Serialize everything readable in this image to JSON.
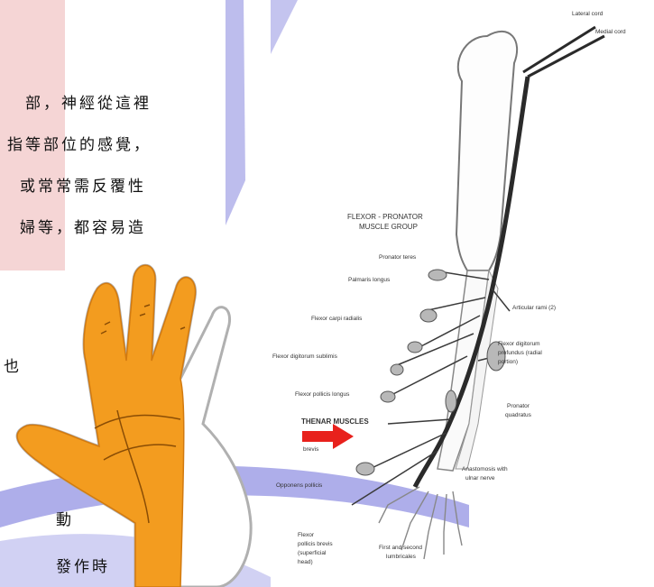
{
  "text_lines": [
    "部，神經從這裡",
    "指等部位的感覺，",
    "或常常需反覆性",
    "婦等，都容易造",
    "也",
    "動",
    "發作時"
  ],
  "anatomy_labels": {
    "lateral_cord": "Lateral cord",
    "medial_cord": "Medial cord",
    "flexor_pronator_1": "FLEXOR - PRONATOR",
    "flexor_pronator_2": "MUSCLE GROUP",
    "pronator_teres": "Pronator teres",
    "palmaris_longus": "Palmaris longus",
    "flexor_carpi_radialis": "Flexor carpi radialis",
    "flexor_digitorum_sublimis": "Flexor digitorum sublimis",
    "flexor_pollicis_longus": "Flexor pollicis longus",
    "articular_rami": "Articular rami (2)",
    "fdp_1": "Flexor digitorum",
    "fdp_2": "profundus (radial",
    "fdp_3": "portion)",
    "thenar_muscles": "THENAR MUSCLES",
    "brevis": "brevis",
    "pronator_quadratus_1": "Pronator",
    "pronator_quadratus_2": "quadratus",
    "opponens_pollicis": "Opponens pollicis",
    "anastomosis_1": "Anastomosis with",
    "anastomosis_2": "ulnar nerve",
    "fpb_1": "Flexor",
    "fpb_2": "pollicis brevis",
    "fpb_3": "(superficial",
    "fpb_4": "head)",
    "lumbricales_1": "First and second",
    "lumbricales_2": "lumbricales"
  },
  "colors": {
    "pink": "#f2c7c7",
    "swoosh": "#6c6cd8",
    "hand_orange": "#f39c1f",
    "arrow_red": "#e8211c",
    "nerve": "#2a2a2a"
  },
  "icons": {
    "arrow": "red-arrow-icon"
  }
}
